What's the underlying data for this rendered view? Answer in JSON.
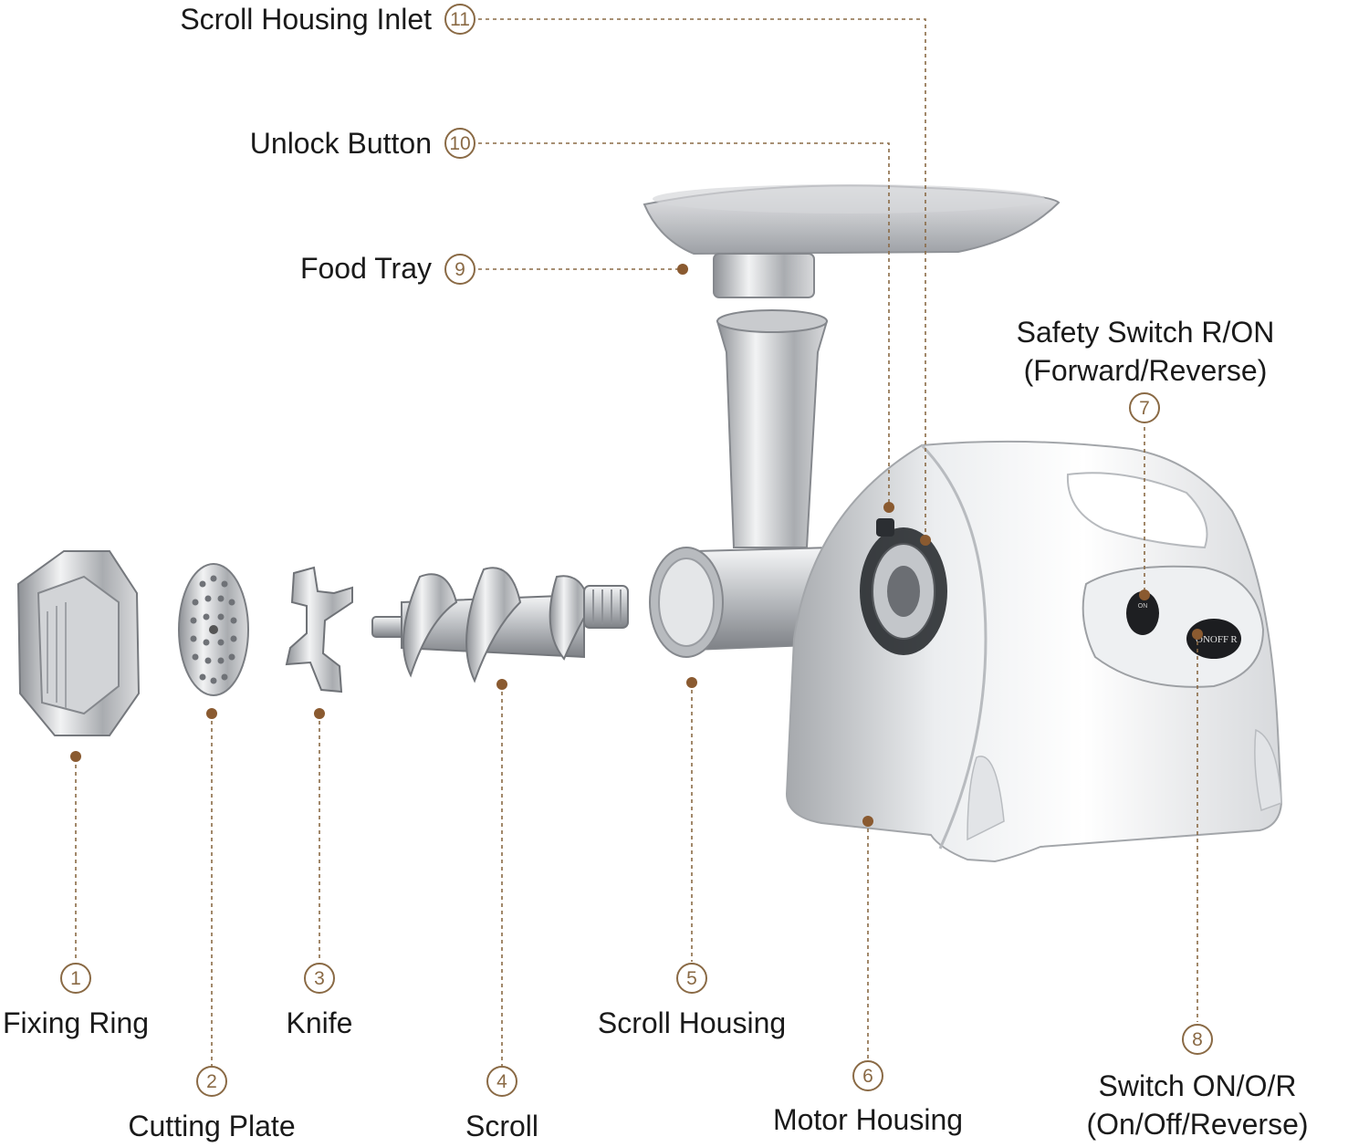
{
  "parts": [
    {
      "num": "1",
      "label": "Fixing Ring"
    },
    {
      "num": "2",
      "label": "Cutting Plate"
    },
    {
      "num": "3",
      "label": "Knife"
    },
    {
      "num": "4",
      "label": "Scroll"
    },
    {
      "num": "5",
      "label": "Scroll Housing"
    },
    {
      "num": "6",
      "label": "Motor Housing"
    },
    {
      "num": "7",
      "label": "Safety Switch R/ON",
      "label2": "(Forward/Reverse)"
    },
    {
      "num": "8",
      "label": "Switch ON/O/R",
      "label2": "(On/Off/Reverse)"
    },
    {
      "num": "9",
      "label": "Food Tray"
    },
    {
      "num": "10",
      "label": "Unlock Button"
    },
    {
      "num": "11",
      "label": "Scroll Housing Inlet"
    }
  ],
  "switch_text": {
    "on": "ON",
    "off": "OFF",
    "r": "R",
    "small_on": "ON"
  },
  "colors": {
    "accent": "#8a6a45",
    "dot": "#8a5a30",
    "metal_light": "#e8e9eb",
    "metal_dark": "#9a9da2"
  }
}
